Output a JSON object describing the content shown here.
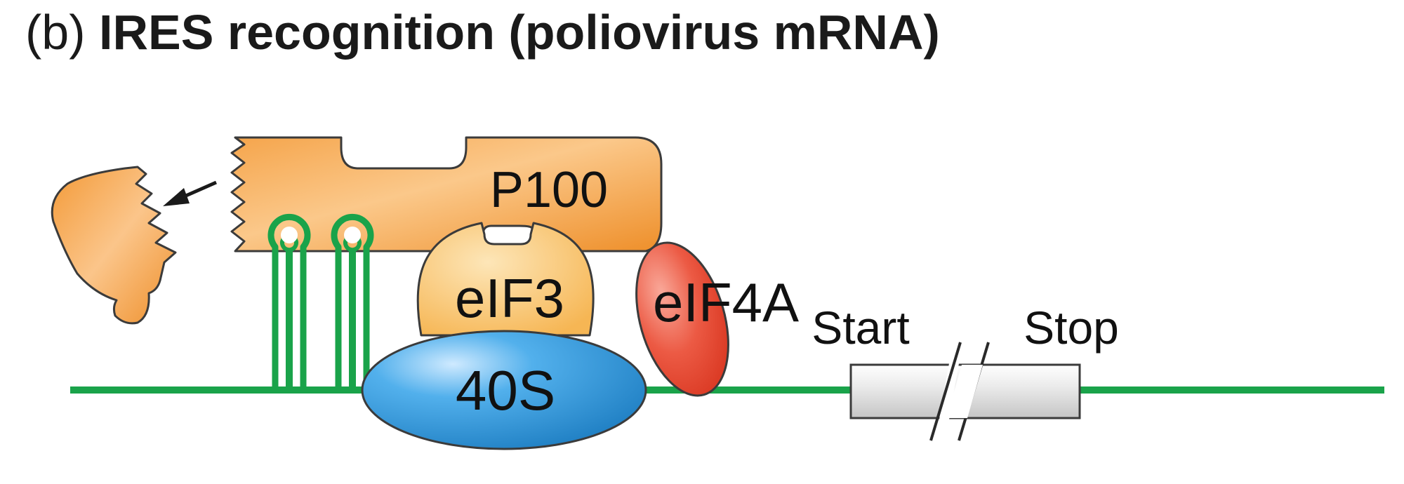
{
  "title": {
    "prefix": "(b)",
    "main": "IRES recognition (poliovirus mRNA)"
  },
  "labels": {
    "p100": "P100",
    "eif3": "eIF3",
    "eif4a": "eIF4A",
    "ribosome": "40S",
    "start": "Start",
    "stop": "Stop"
  },
  "colors": {
    "mrna": "#1aa34a",
    "p100": "#f0962f",
    "eif3": "#f8c46a",
    "eif4a": "#e5442e",
    "ribosome": "#2b93d6",
    "orf": "#d7d7d7"
  }
}
